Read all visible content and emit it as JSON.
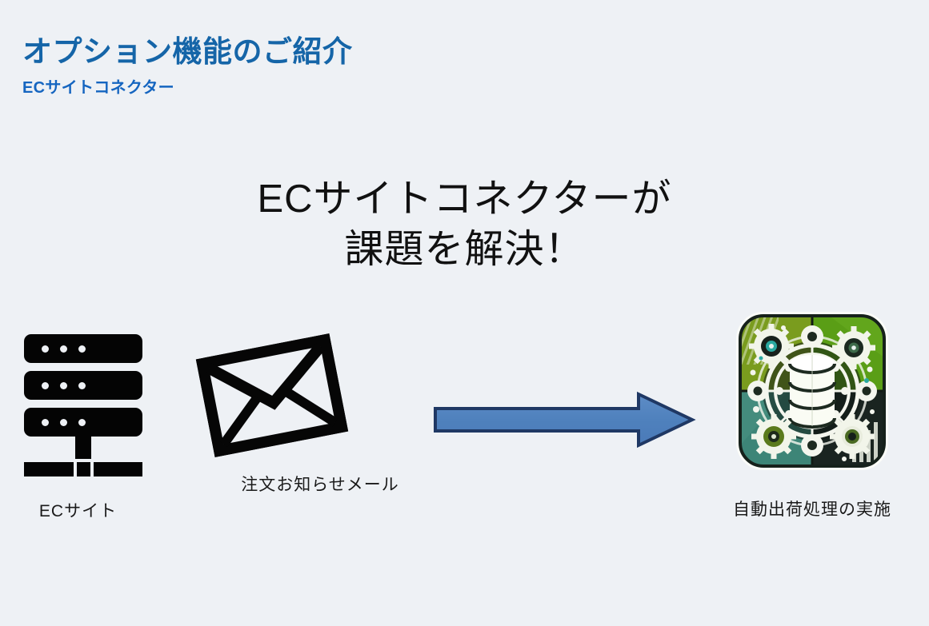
{
  "header": {
    "title": "オプション機能のご紹介",
    "subtitle": "ECサイトコネクター",
    "title_color": "#1565a8",
    "subtitle_color": "#1565c0"
  },
  "headline": {
    "line1": "ECサイトコネクターが",
    "line2": "課題を解決！",
    "color": "#111111"
  },
  "background_color": "#eef1f5",
  "flow": {
    "source": {
      "icon": "server-icon",
      "label": "ECサイト",
      "color": "#040404"
    },
    "message": {
      "icon": "envelope-icon",
      "label": "注文お知らせメール",
      "color": "#040404"
    },
    "arrow": {
      "icon": "right-block-arrow-icon",
      "fill": "#4f81bd",
      "stroke": "#1f3864"
    },
    "destination": {
      "icon": "database-gears-app-icon",
      "label": "自動出荷処理の実施",
      "colors": {
        "top_left": "#7a9c1e",
        "top_right": "#5a9e16",
        "bottom_left": "#3d8577",
        "bottom_right": "#1a2420",
        "accent_white": "#f4f6ee",
        "accent_teal": "#2aa9a0"
      }
    }
  }
}
